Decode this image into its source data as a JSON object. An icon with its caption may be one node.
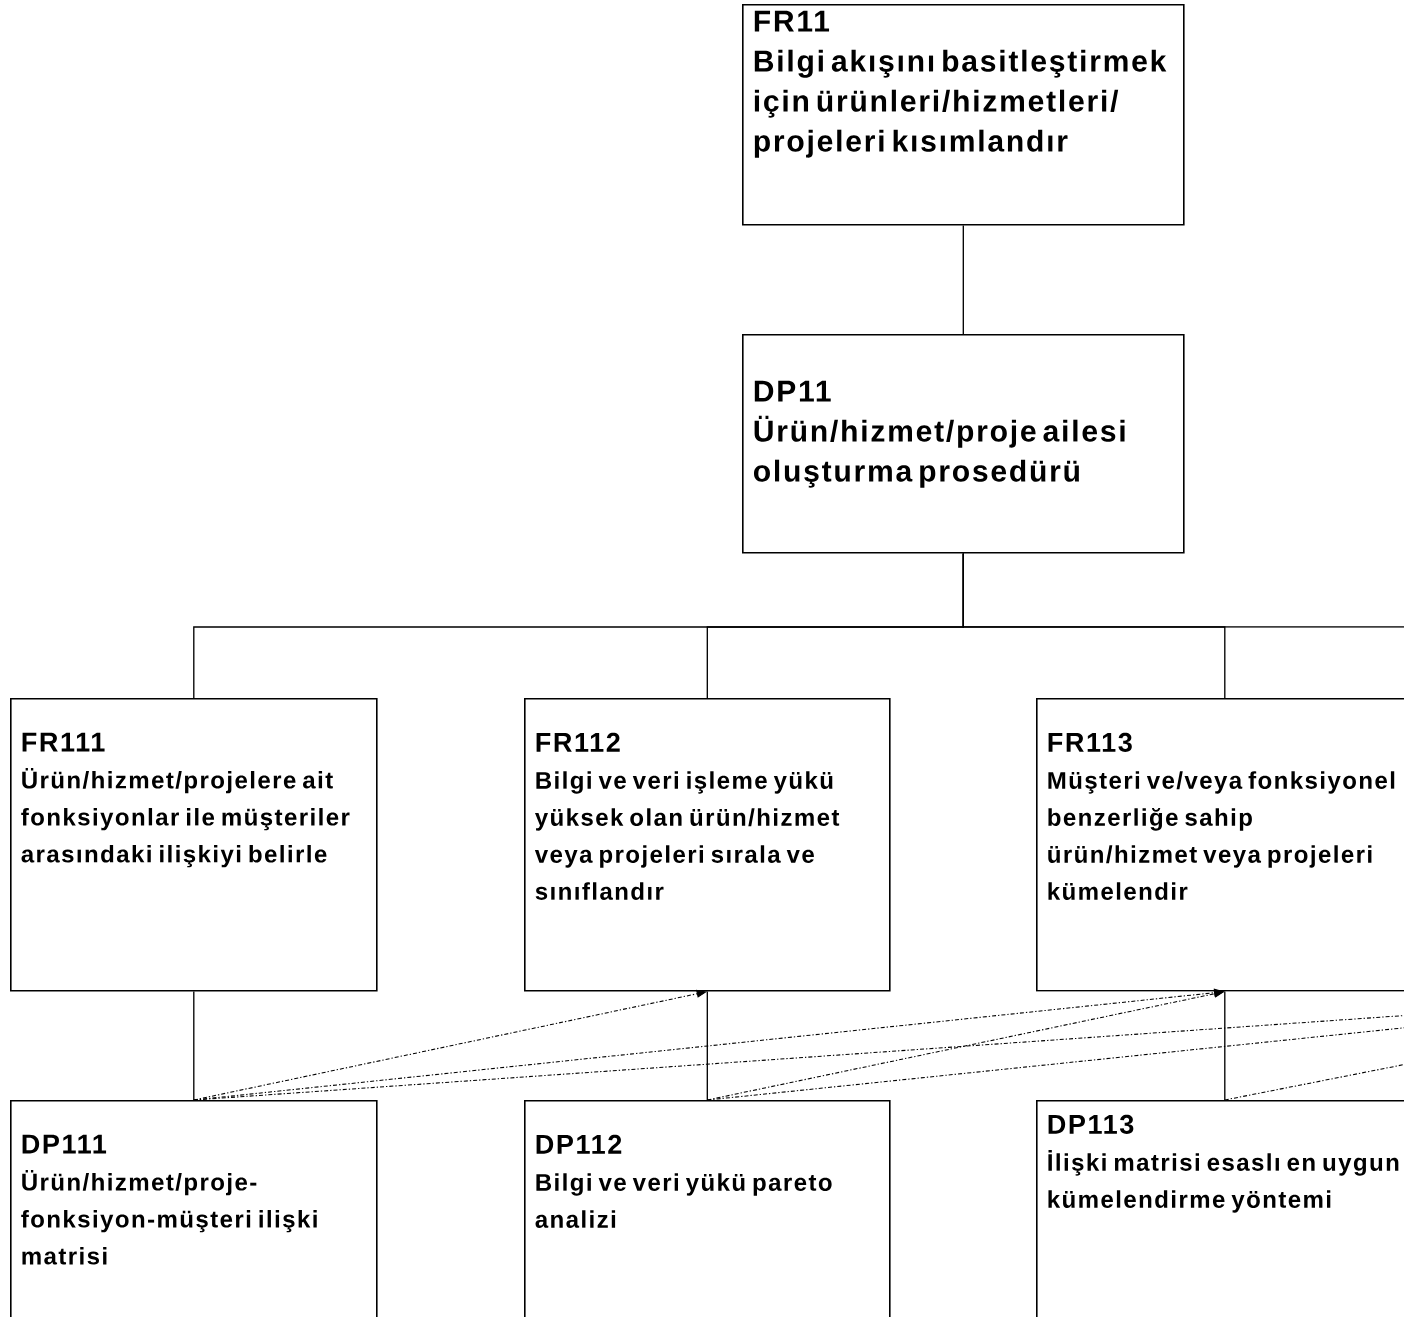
{
  "diagram": {
    "nodes": [
      {
        "text": [
          "FR11",
          "Bilgi akışını basitleştirmek için ürünleri/hizmetleri/ projeleri kısımlandır"
        ]
      },
      {
        "text": [
          "DP11",
          "Ürün/hizmet/proje ailesi oluşturma prosedürü"
        ]
      },
      {
        "text": [
          "FR111",
          "Ürün/hizmet/projelere ait fonksiyonlar ile müşteriler arasındaki ilişkiyi belirle"
        ]
      },
      {
        "text": [
          "FR112",
          "Bilgi ve veri işleme yükü yüksek olan ürün/hizmet veya projeleri sırala ve sınıflandır"
        ]
      },
      {
        "text": [
          "FR113",
          "Müşteri ve/veya fonksiyonel benzerliğe sahip ürün/hizmet veya projeleri kümelendir"
        ]
      },
      {
        "text": [
          "DP111",
          "Ürün/hizmet/proje- fonksiyon-müşteri ilişki matrisi"
        ]
      },
      {
        "text": [
          "DP112",
          "Bilgi ve veri yükü pareto analizi"
        ]
      },
      {
        "text": [
          "DP113",
          "İlişki matrisi esaslı en uygun kümelendirme yöntemi"
        ]
      }
    ],
    "edges": [
      {
        "from": 0,
        "to": 1,
        "arrow": "none"
      },
      {
        "from": 1,
        "to": 2,
        "arrow": "none"
      },
      {
        "from": 1,
        "to": 3,
        "arrow": "none"
      },
      {
        "from": 1,
        "to": 4,
        "arrow": "none"
      },
      {
        "from": 1,
        "to": null,
        "arrow": "none"
      },
      {
        "from": 2,
        "to": 5,
        "arrow": "none"
      },
      {
        "from": 3,
        "to": 6,
        "arrow": "none"
      },
      {
        "from": 4,
        "to": 7,
        "arrow": "none"
      },
      {
        "from": 5,
        "to": 3,
        "arrow": "to",
        "style": "dashed"
      },
      {
        "from": 5,
        "to": 4,
        "arrow": "to",
        "style": "dashed"
      },
      {
        "from": 5,
        "to": null,
        "arrow": "none",
        "style": "dashed"
      },
      {
        "from": 6,
        "to": 4,
        "arrow": "to",
        "style": "dashed"
      },
      {
        "from": 6,
        "to": null,
        "arrow": "none",
        "style": "dashed"
      },
      {
        "from": 7,
        "to": null,
        "arrow": "none",
        "style": "dashed"
      }
    ]
  }
}
